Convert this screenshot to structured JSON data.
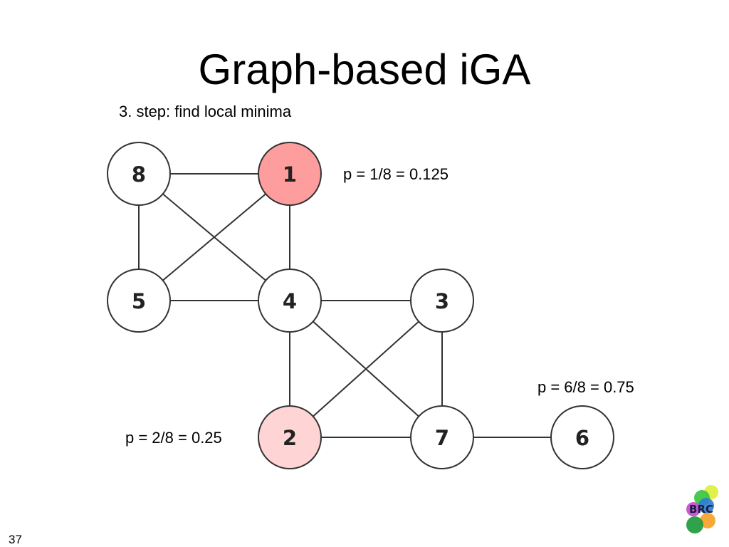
{
  "slide": {
    "title": "Graph-based iGA",
    "step": "3. step: find local minima",
    "page_number": "37"
  },
  "graph": {
    "nodes": [
      {
        "id": "8",
        "label": "8",
        "fill": "#ffffff"
      },
      {
        "id": "1",
        "label": "1",
        "fill": "#fe9d9d"
      },
      {
        "id": "5",
        "label": "5",
        "fill": "#ffffff"
      },
      {
        "id": "4",
        "label": "4",
        "fill": "#ffffff"
      },
      {
        "id": "3",
        "label": "3",
        "fill": "#ffffff"
      },
      {
        "id": "2",
        "label": "2",
        "fill": "#ffd4d4"
      },
      {
        "id": "7",
        "label": "7",
        "fill": "#ffffff"
      },
      {
        "id": "6",
        "label": "6",
        "fill": "#ffffff"
      }
    ],
    "edges": [
      [
        "8",
        "1"
      ],
      [
        "8",
        "5"
      ],
      [
        "8",
        "4"
      ],
      [
        "1",
        "5"
      ],
      [
        "1",
        "4"
      ],
      [
        "5",
        "4"
      ],
      [
        "4",
        "3"
      ],
      [
        "4",
        "2"
      ],
      [
        "4",
        "7"
      ],
      [
        "3",
        "2"
      ],
      [
        "3",
        "7"
      ],
      [
        "2",
        "7"
      ],
      [
        "7",
        "6"
      ]
    ],
    "annotations": {
      "node_1": "p = 1/8 = 0.125",
      "node_6": "p = 6/8 = 0.75",
      "node_2": "p = 2/8 = 0.25"
    }
  },
  "logo": {
    "text": "BRC",
    "colors": [
      "#ddf03a",
      "#39c640",
      "#2f7dd1",
      "#c04cd0",
      "#f5a228",
      "#1e9a3c"
    ]
  }
}
